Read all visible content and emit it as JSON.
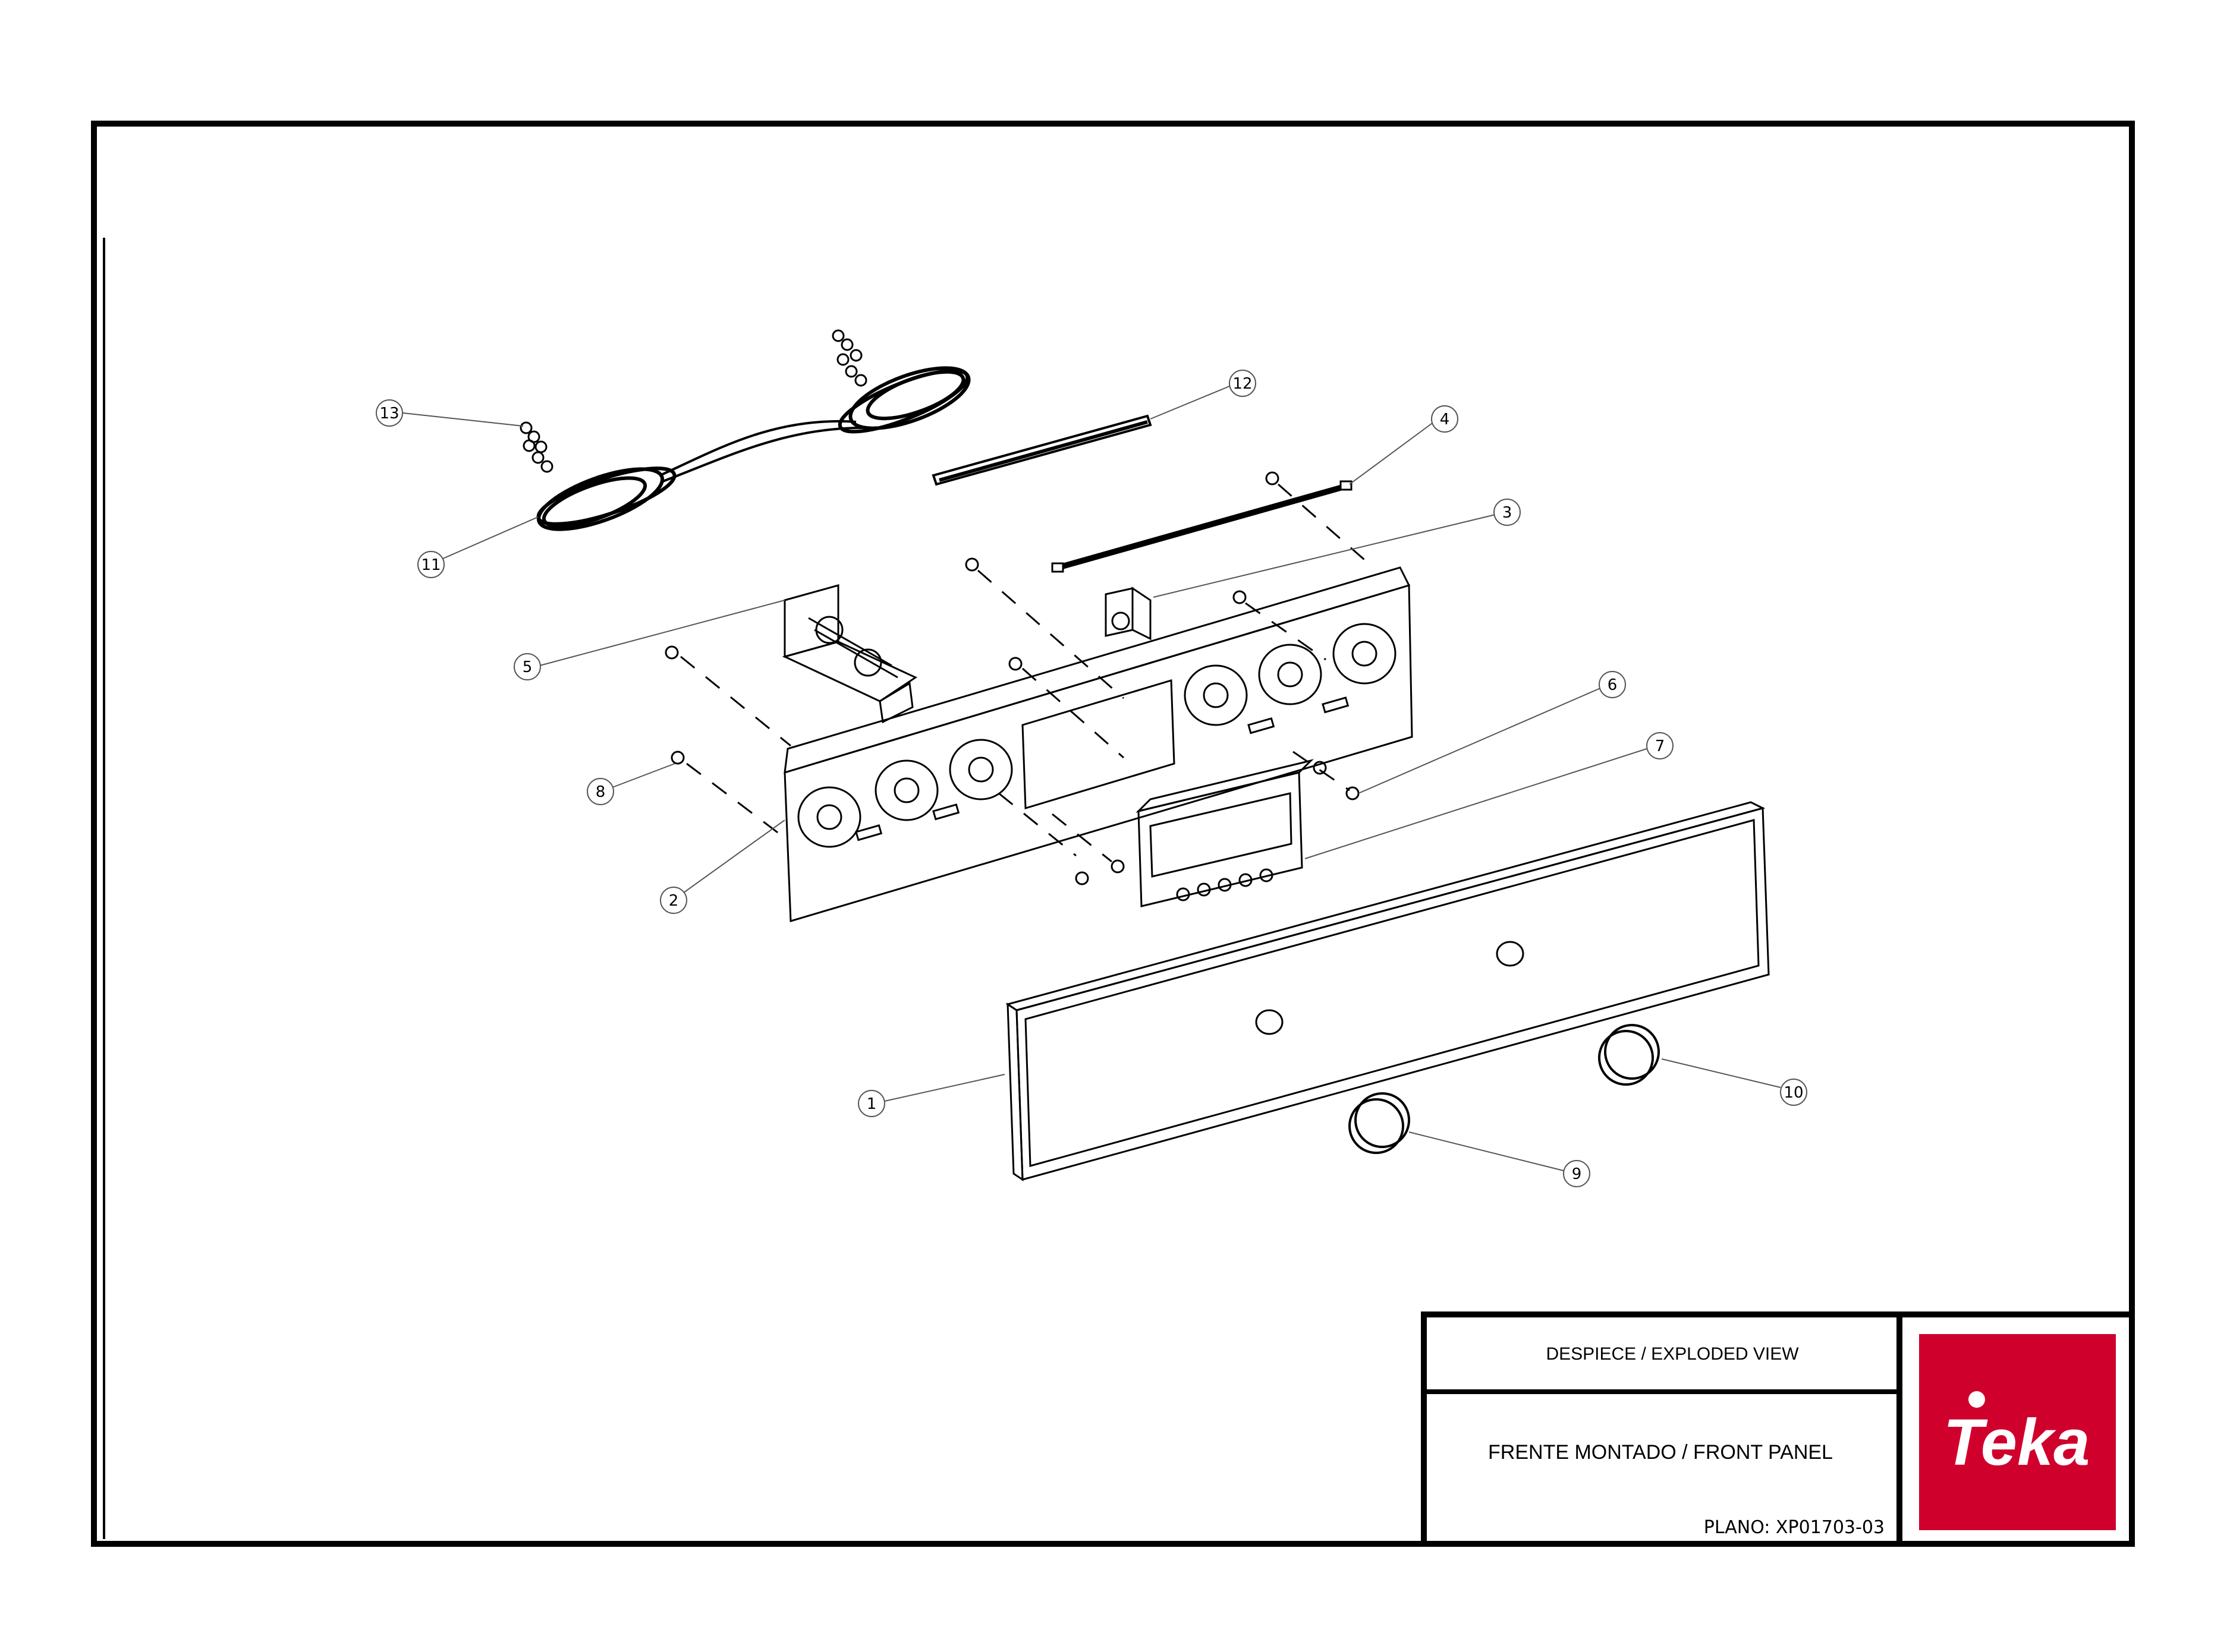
{
  "title_block": {
    "view_title": "DESPIECE / EXPLODED VIEW",
    "assembly_name": "FRENTE MONTADO / FRONT PANEL",
    "plan_number": "PLANO: XP01703-03"
  },
  "logo": {
    "text": "Teka",
    "color": "#d0002d"
  },
  "callouts": {
    "c1": "1",
    "c2": "2",
    "c3": "3",
    "c4": "4",
    "c5": "5",
    "c6": "6",
    "c7": "7",
    "c8": "8",
    "c9": "9",
    "c10": "10",
    "c11": "11",
    "c12": "12",
    "c13": "13"
  },
  "colors": {
    "line": "#000000",
    "leader": "#555555",
    "brand": "#d0002d"
  }
}
